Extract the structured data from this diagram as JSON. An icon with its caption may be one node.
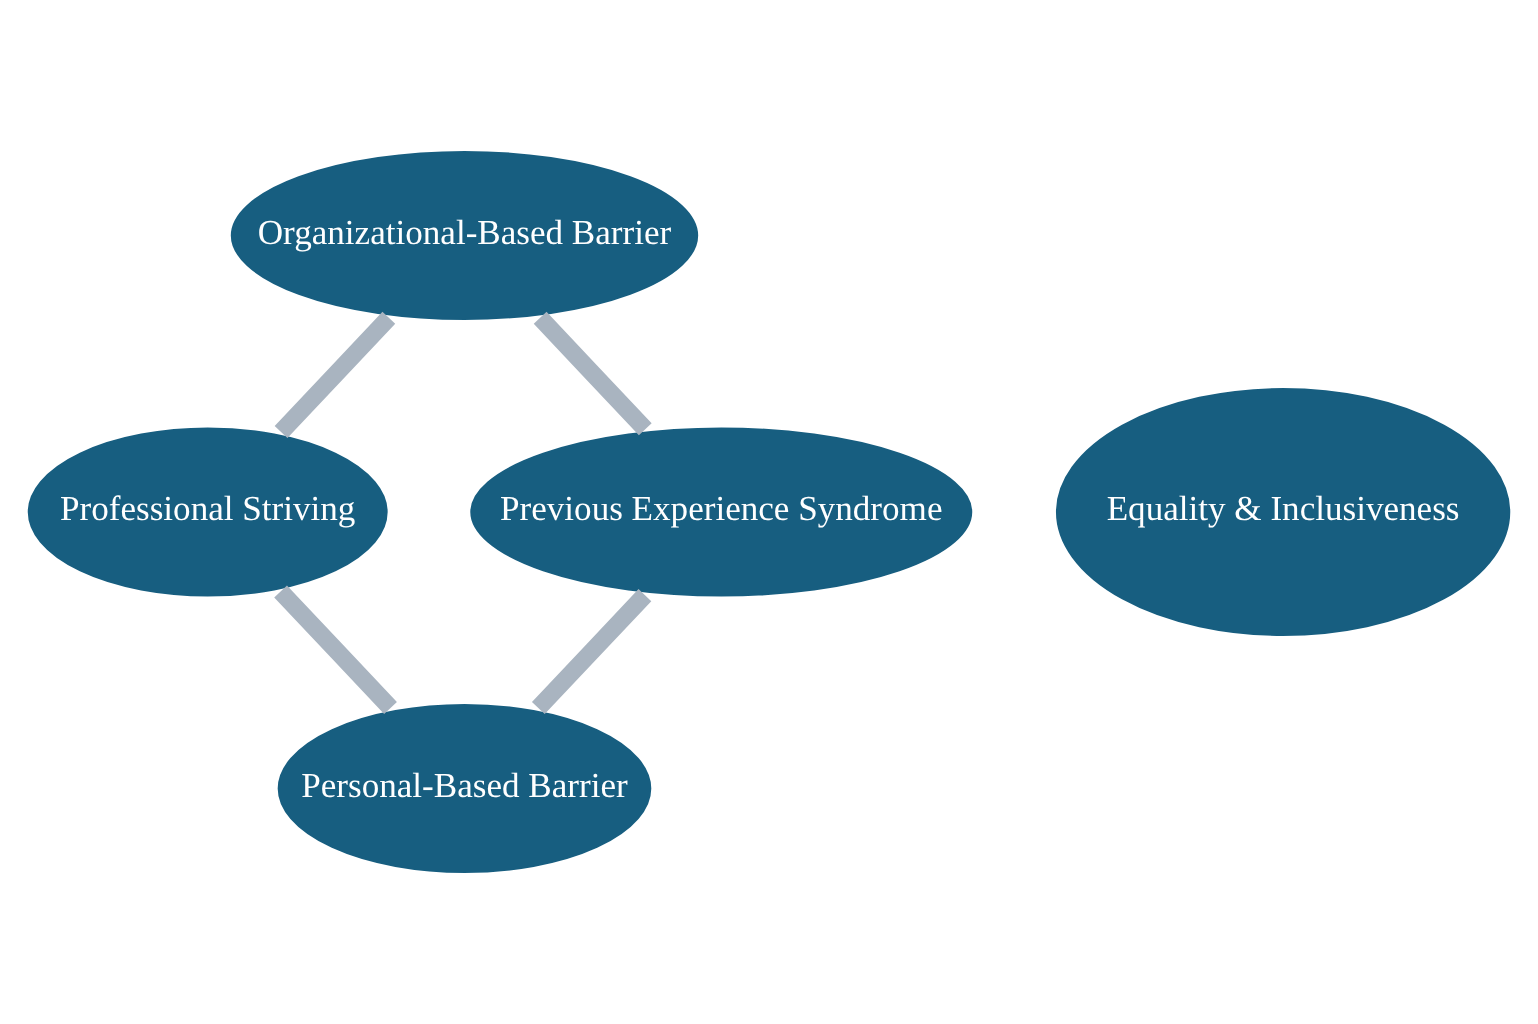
{
  "diagram": {
    "nodes": [
      {
        "text": [
          "Organizational-Based Barrier"
        ]
      },
      {
        "text": [
          "Previous Experience Syndrome"
        ]
      },
      {
        "text": [
          "Equality & Inclusiveness"
        ]
      },
      {
        "text": [
          "Professional Striving"
        ]
      },
      {
        "text": [
          "Personal-Based Barrier"
        ]
      }
    ],
    "edges": [
      {
        "from": 0,
        "to": 3,
        "arrow": "none"
      },
      {
        "from": 3,
        "to": 4,
        "arrow": "none"
      },
      {
        "from": 4,
        "to": 1,
        "arrow": "none"
      },
      {
        "from": 1,
        "to": 0,
        "arrow": "none"
      }
    ]
  }
}
